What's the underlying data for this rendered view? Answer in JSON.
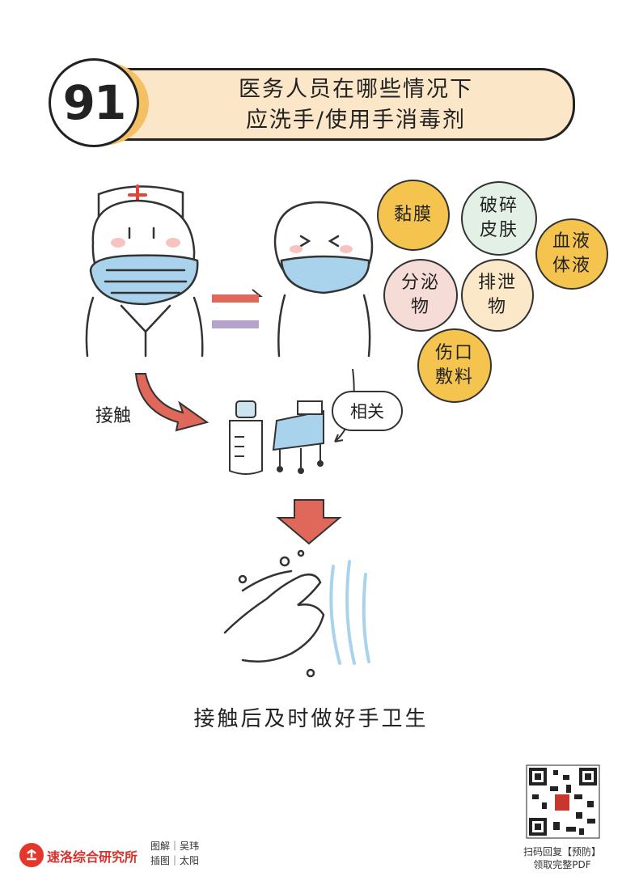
{
  "header": {
    "number": "91",
    "title_line1": "医务人员在哪些情况下",
    "title_line2": "应洗手/使用手消毒剂"
  },
  "bubbles": [
    {
      "lines": [
        "黏膜"
      ]
    },
    {
      "lines": [
        "破碎",
        "皮肤"
      ]
    },
    {
      "lines": [
        "血液",
        "体液"
      ]
    },
    {
      "lines": [
        "分泌",
        "物"
      ]
    },
    {
      "lines": [
        "排泄",
        "物"
      ]
    },
    {
      "lines": [
        "伤口",
        "敷料"
      ]
    }
  ],
  "labels": {
    "touch": "接触",
    "related": "相关",
    "caption": "接触后及时做好手卫生"
  },
  "footer": {
    "brand": "速洛综合研究所",
    "credit_illustration": "图解｜吴玮",
    "credit_drawing": "插图｜太阳",
    "qr_line1": "扫码回复【预防】",
    "qr_line2": "领取完整PDF"
  },
  "colors": {
    "orange": "#f4c44e",
    "mint": "#e3f0e6",
    "pink": "#f6dcd6",
    "cream": "#fbe8c9",
    "red_arrow": "#e0685a",
    "mask_blue": "#a9d3ec",
    "brand_red": "#d9302a"
  }
}
